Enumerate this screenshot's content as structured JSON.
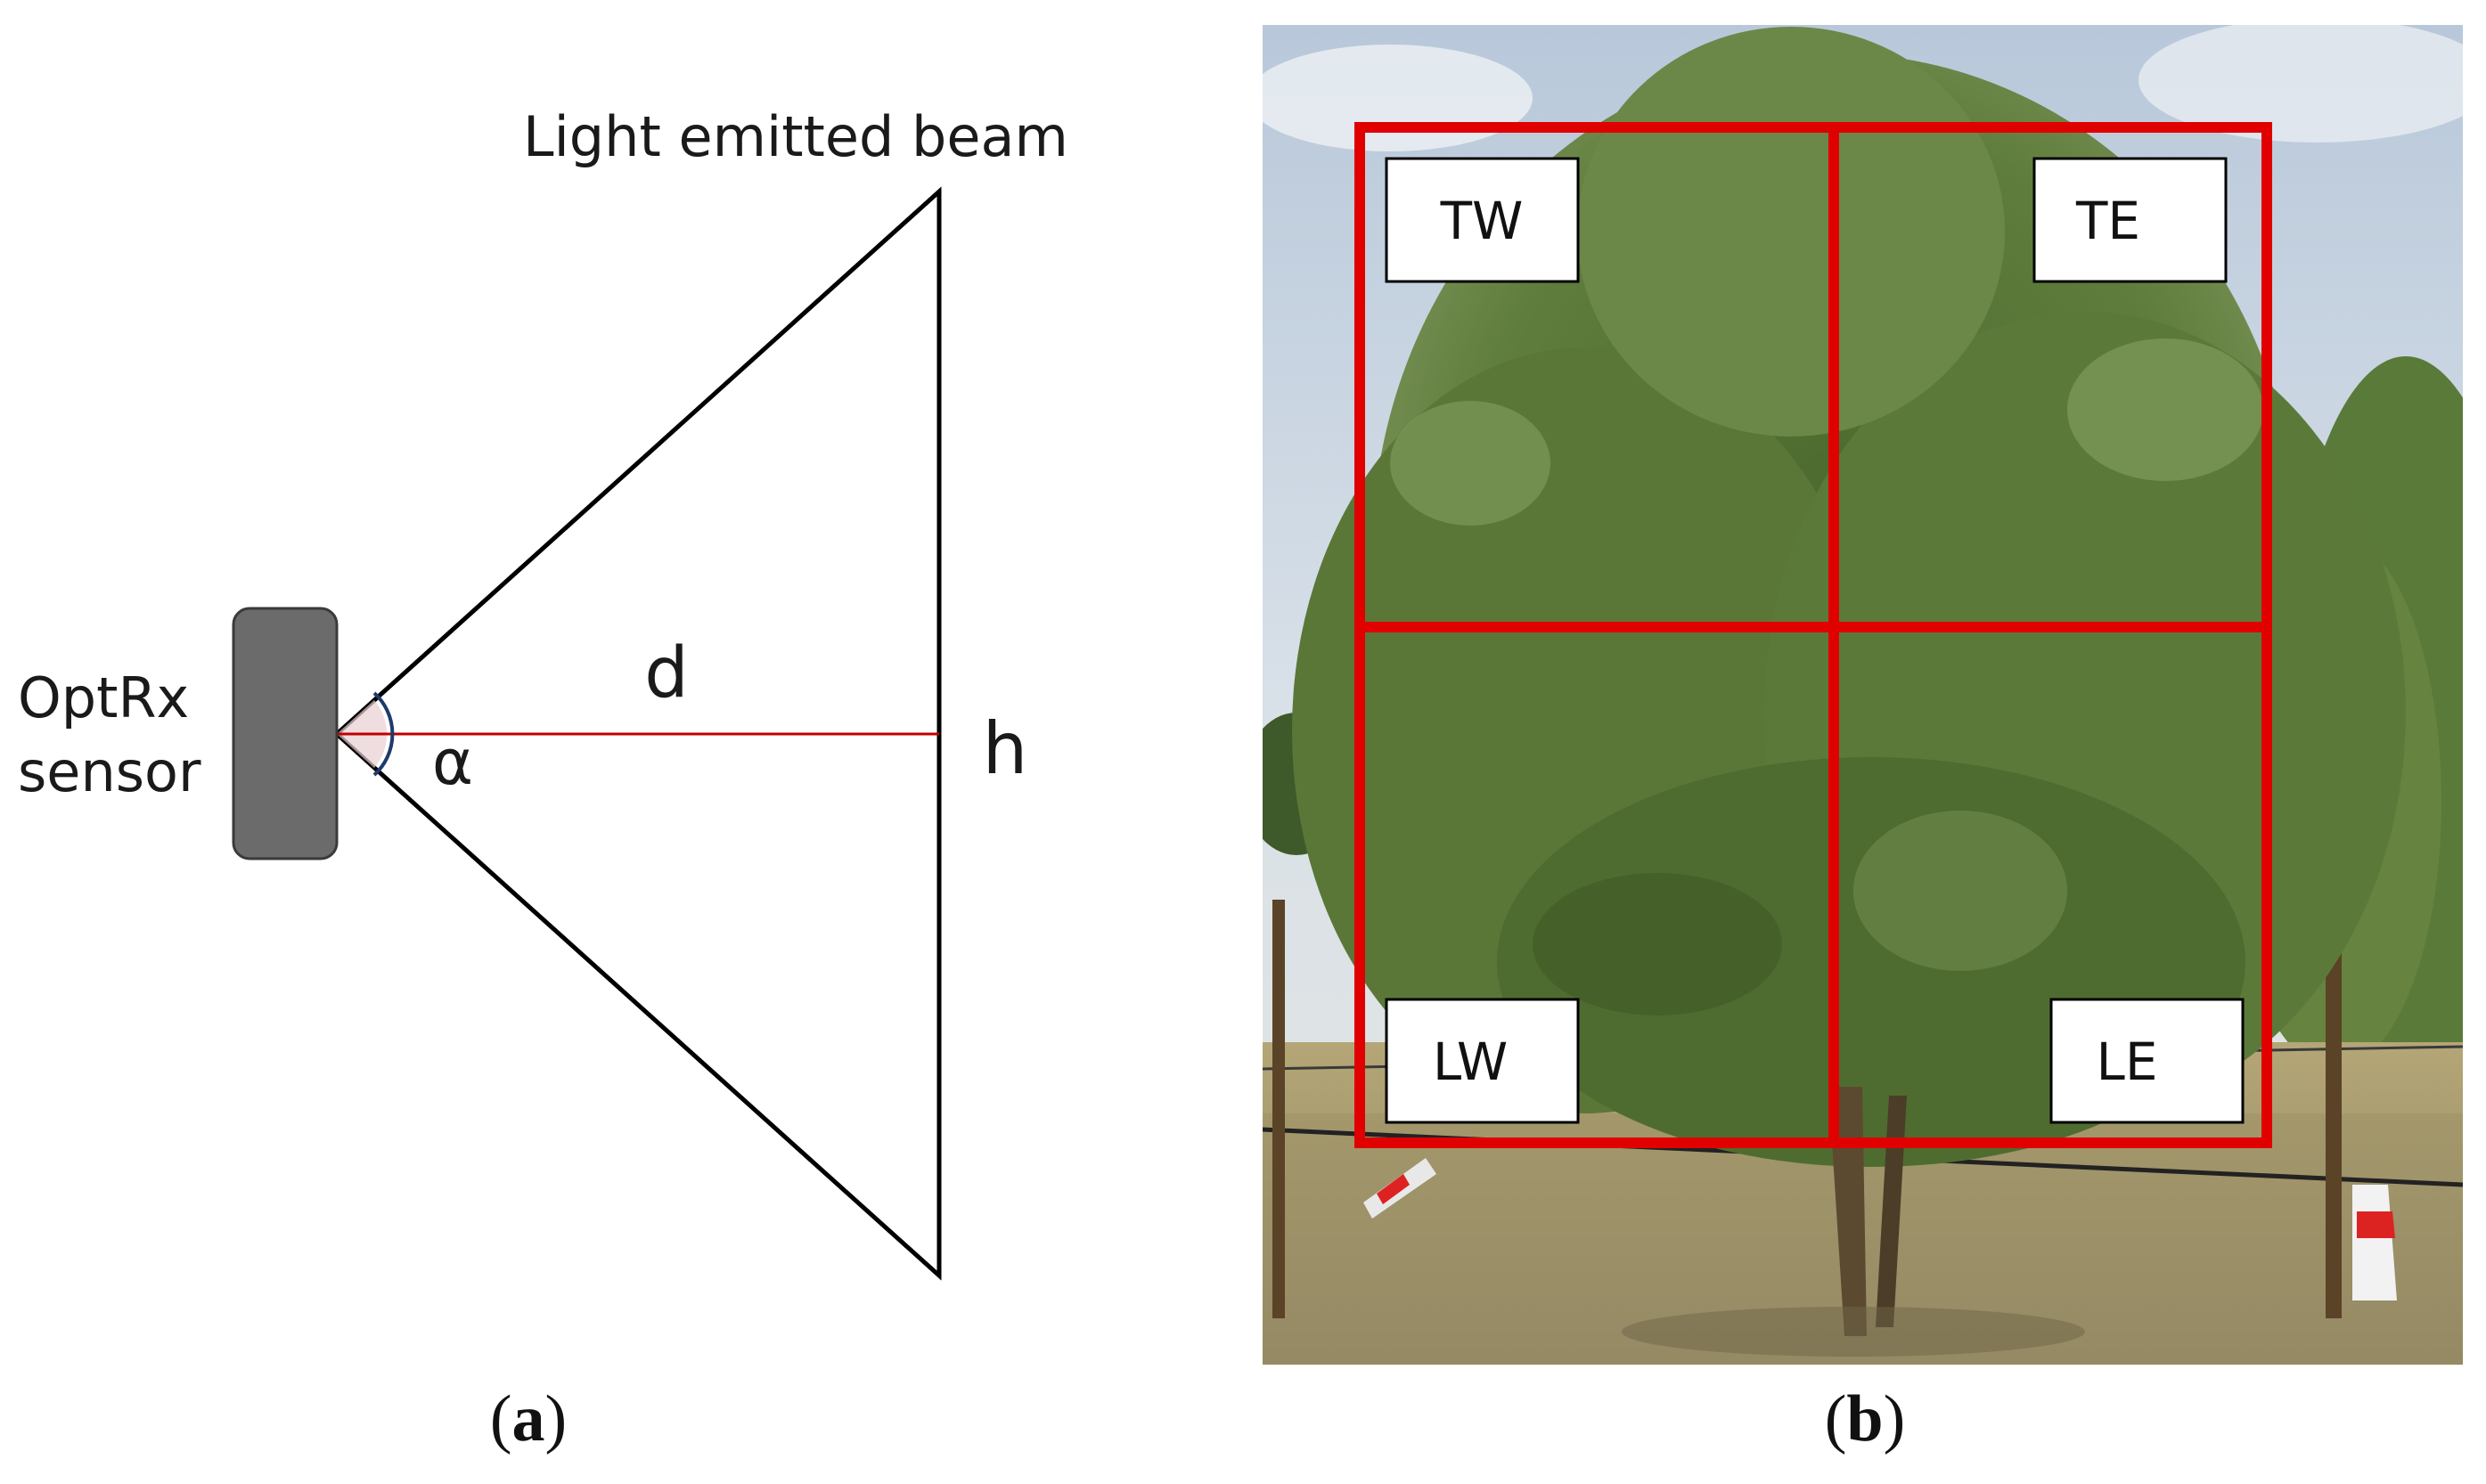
{
  "panel_a": {
    "beam_label": "Light emitted beam",
    "sensor_label_line1": "OptRx",
    "sensor_label_line2": "sensor",
    "distance_label": "d",
    "height_label": "h",
    "angle_label": "α",
    "caption_open": "(",
    "caption_letter": "a",
    "caption_close": ")",
    "colors": {
      "sensor_body": "#6b6b6b",
      "center_line": "#c00000",
      "angle_arc": "#1f3a6b"
    }
  },
  "panel_b": {
    "quadrants": [
      {
        "label": "TW"
      },
      {
        "label": "TE"
      },
      {
        "label": "LW"
      },
      {
        "label": "LE"
      }
    ],
    "caption_open": "(",
    "caption_letter": "b",
    "caption_close": ")",
    "colors": {
      "grid": "#e00000",
      "sky": "#c7d3e0",
      "foliage": "#5d7a3a",
      "ground": "#a79a72"
    }
  }
}
